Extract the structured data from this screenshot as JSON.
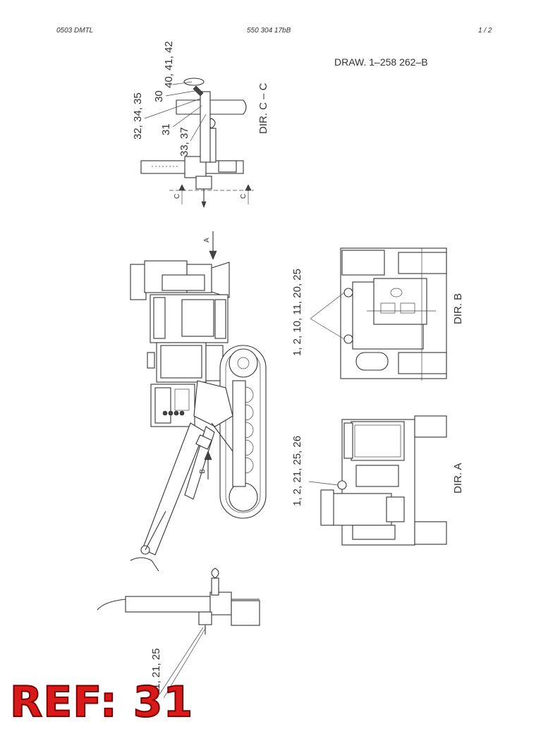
{
  "header": {
    "left": "0503 DMTL",
    "center": "550 304 17bB",
    "right": "1 /  2"
  },
  "drawing_number": "DRAW. 1–258 262–B",
  "views": {
    "section_c": "DIR. C – C",
    "dir_b": "DIR. B",
    "dir_a": "DIR. A"
  },
  "markers": {
    "arrow_a": "A",
    "arrow_b": "B",
    "section_left": "C",
    "section_right": "C"
  },
  "callouts": {
    "c1": "40, 41, 42",
    "c2": "30",
    "c3": "32, 34, 35",
    "c4": "31",
    "c5": "33, 37",
    "c6": "1, 2, 10, 11, 20, 25",
    "c7": "1, 2, 21, 25, 26",
    "c8": "11, 21, 25"
  },
  "ref_label": "REF: 31",
  "colors": {
    "ref_label": "#d91a1a"
  }
}
